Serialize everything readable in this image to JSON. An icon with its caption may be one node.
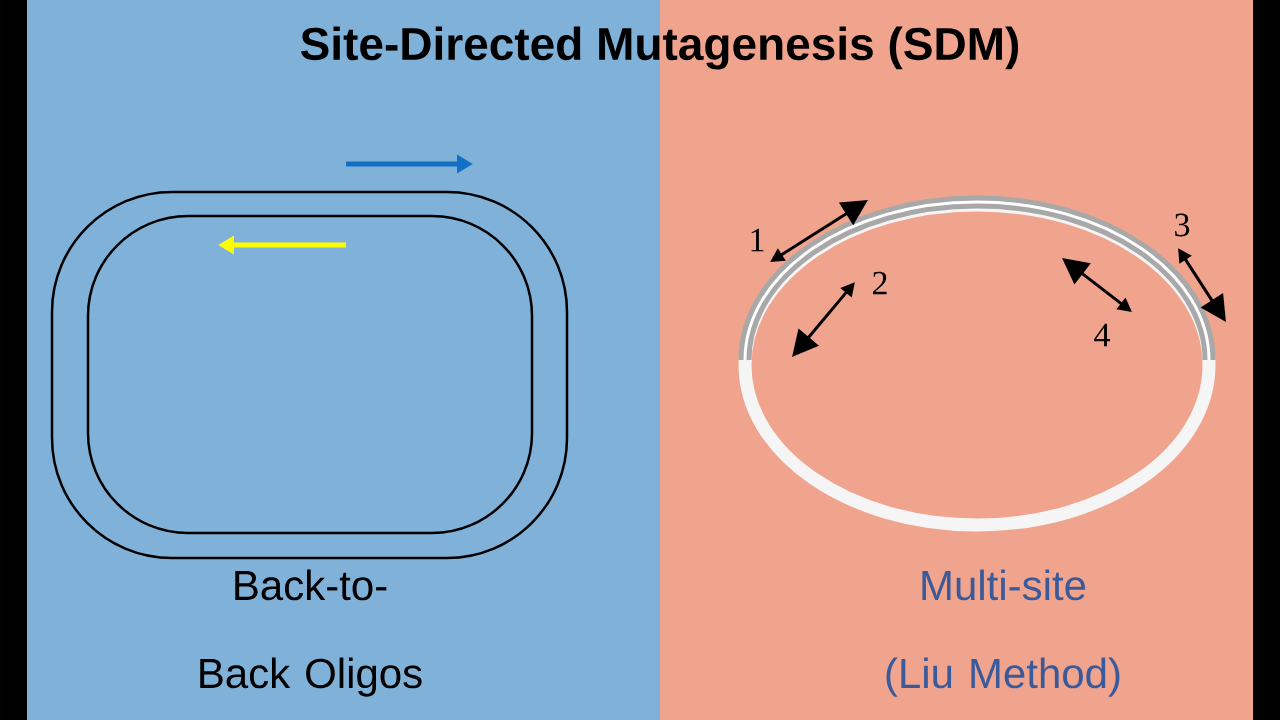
{
  "diagram": {
    "title": "Site-Directed Mutagenesis (SDM)",
    "labels": [
      "Back-to-Back Oligos",
      "Multi-site (Liu Method)",
      "1",
      "2",
      "3",
      "4"
    ]
  }
}
